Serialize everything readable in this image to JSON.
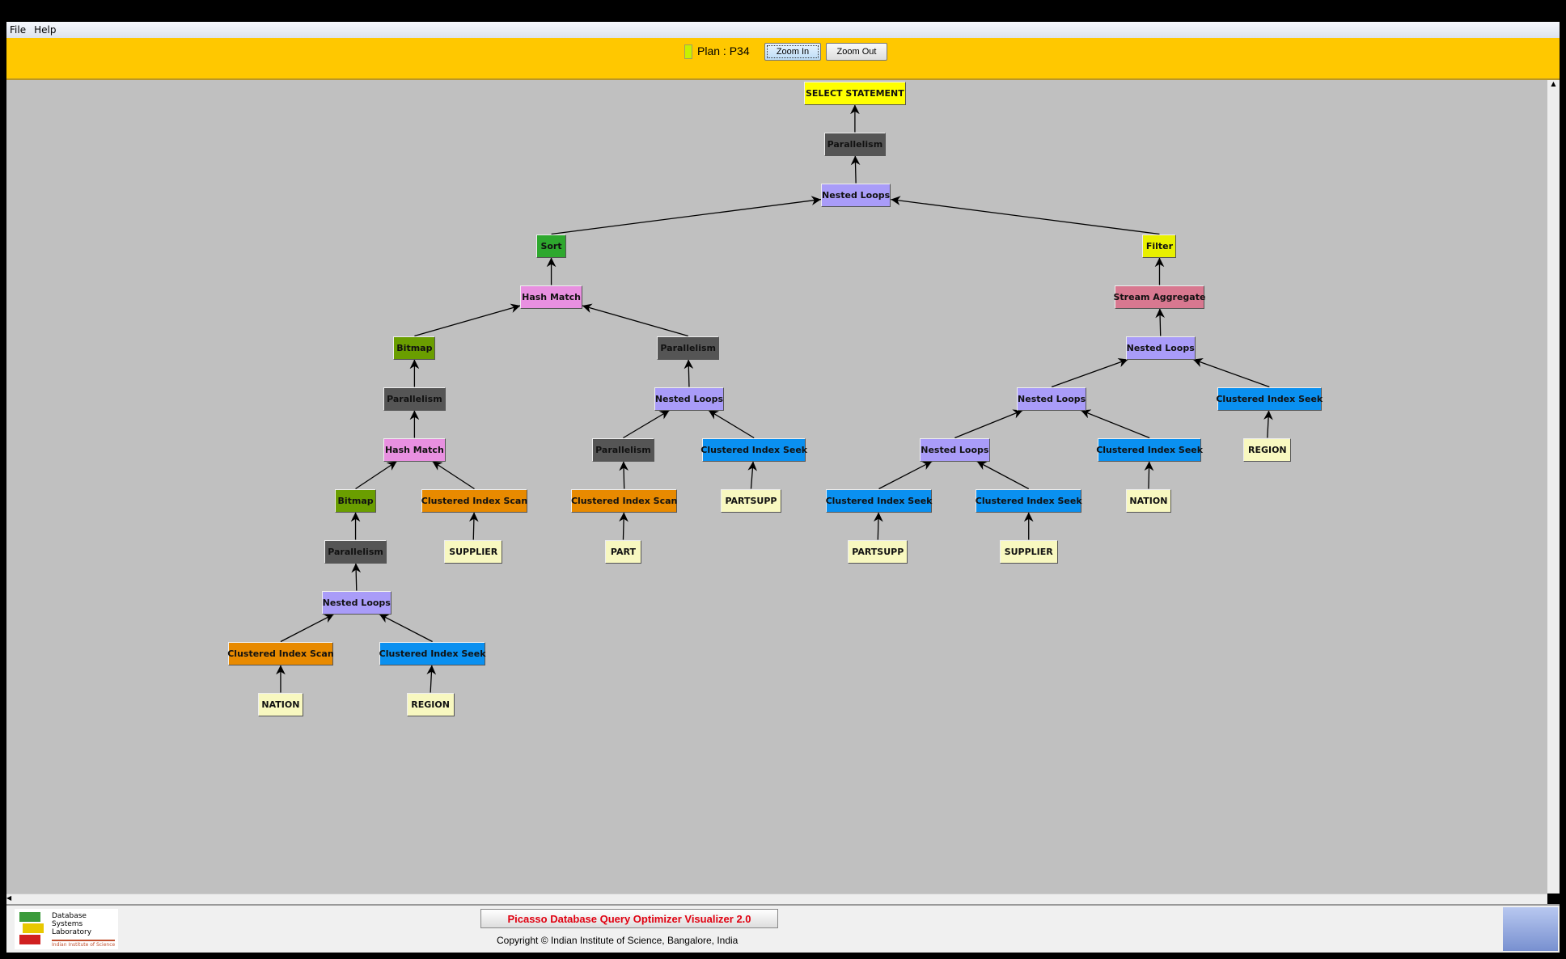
{
  "menu": [
    "File",
    "Help"
  ],
  "toolbar": {
    "plan_label": "Plan : P34",
    "plan_color": "#c8f000",
    "zoom_in": "Zoom In",
    "zoom_out": "Zoom Out"
  },
  "colors": {
    "select": "#ffff00",
    "parallelism": "#555555",
    "nested": "#a99cf8",
    "sort": "#2ea82e",
    "filter": "#e8f000",
    "hash": "#e890e0",
    "stream": "#d87890",
    "bitmap": "#6a9e00",
    "scan": "#e88a00",
    "seek": "#0a90f0",
    "table": "#f8f8c0"
  },
  "plan_tree": [
    {
      "label": "SELECT STATEMENT",
      "type": "select",
      "parent": null
    },
    {
      "label": "Parallelism",
      "type": "parallelism",
      "parent": 0
    },
    {
      "label": "Nested Loops",
      "type": "nested",
      "parent": 1
    },
    {
      "label": "Sort",
      "type": "sort",
      "parent": 2
    },
    {
      "label": "Filter",
      "type": "filter",
      "parent": 2
    },
    {
      "label": "Hash Match",
      "type": "hash",
      "parent": 3
    },
    {
      "label": "Stream Aggregate",
      "type": "stream",
      "parent": 4
    },
    {
      "label": "Bitmap",
      "type": "bitmap",
      "parent": 5
    },
    {
      "label": "Parallelism",
      "type": "parallelism",
      "parent": 5
    },
    {
      "label": "Nested Loops",
      "type": "nested",
      "parent": 6
    },
    {
      "label": "Parallelism",
      "type": "parallelism",
      "parent": 7
    },
    {
      "label": "Nested Loops",
      "type": "nested",
      "parent": 8
    },
    {
      "label": "Nested Loops",
      "type": "nested",
      "parent": 9
    },
    {
      "label": "Clustered Index Seek",
      "type": "seek",
      "parent": 9
    },
    {
      "label": "Hash Match",
      "type": "hash",
      "parent": 10
    },
    {
      "label": "Parallelism",
      "type": "parallelism",
      "parent": 11
    },
    {
      "label": "Clustered Index Seek",
      "type": "seek",
      "parent": 11
    },
    {
      "label": "Nested Loops",
      "type": "nested",
      "parent": 12
    },
    {
      "label": "Clustered Index Seek",
      "type": "seek",
      "parent": 12
    },
    {
      "label": "REGION",
      "type": "table",
      "parent": 13
    },
    {
      "label": "Bitmap",
      "type": "bitmap",
      "parent": 14
    },
    {
      "label": "Clustered Index Scan",
      "type": "scan",
      "parent": 14
    },
    {
      "label": "Clustered Index Scan",
      "type": "scan",
      "parent": 15
    },
    {
      "label": "PARTSUPP",
      "type": "table",
      "parent": 16
    },
    {
      "label": "Clustered Index Seek",
      "type": "seek",
      "parent": 17
    },
    {
      "label": "Clustered Index Seek",
      "type": "seek",
      "parent": 17
    },
    {
      "label": "NATION",
      "type": "table",
      "parent": 18
    },
    {
      "label": "Parallelism",
      "type": "parallelism",
      "parent": 20
    },
    {
      "label": "SUPPLIER",
      "type": "table",
      "parent": 21
    },
    {
      "label": "PART",
      "type": "table",
      "parent": 22
    },
    {
      "label": "PARTSUPP",
      "type": "table",
      "parent": 24
    },
    {
      "label": "SUPPLIER",
      "type": "table",
      "parent": 25
    },
    {
      "label": "Nested Loops",
      "type": "nested",
      "parent": 27
    },
    {
      "label": "Clustered Index Scan",
      "type": "scan",
      "parent": 32
    },
    {
      "label": "Clustered Index Seek",
      "type": "seek",
      "parent": 32
    },
    {
      "label": "NATION",
      "type": "table",
      "parent": 33
    },
    {
      "label": "REGION",
      "type": "table",
      "parent": 34
    }
  ],
  "footer": {
    "logo_left": "Database Systems Laboratory",
    "logo_left_sub": "Indian Institute of Science",
    "title": "Picasso Database Query Optimizer Visualizer 2.0",
    "copyright": "Copyright © Indian Institute of Science, Bangalore, India"
  }
}
